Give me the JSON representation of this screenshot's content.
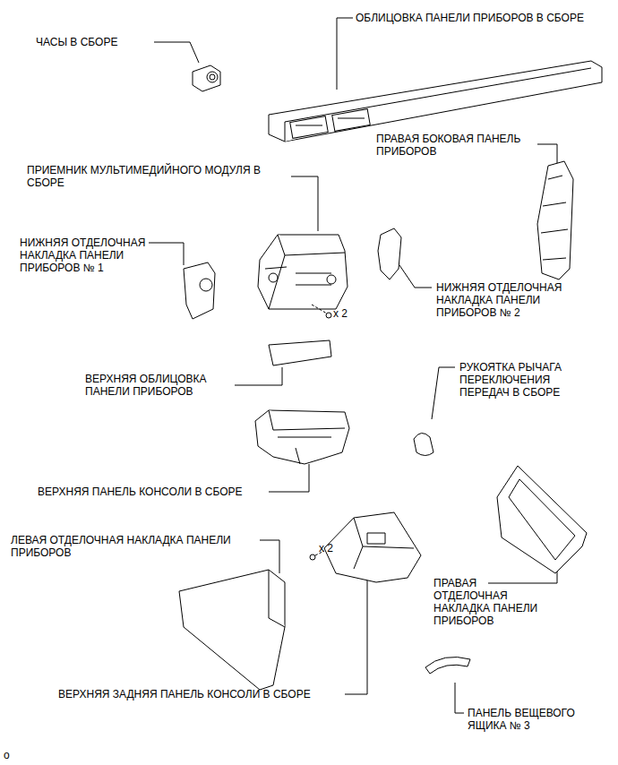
{
  "diagram": {
    "labels": [
      "ЧАСЫ В СБОРЕ",
      "ОБЛИЦОВКА ПАНЕЛИ ПРИБОРОВ В СБОРЕ",
      "ПРАВАЯ БОКОВАЯ ПАНЕЛЬ ПРИБОРОВ",
      "ПРИЕМНИК МУЛЬТИМЕДИЙНОГО МОДУЛЯ В СБОРЕ",
      "НИЖНЯЯ ОТДЕЛОЧНАЯ НАКЛАДКА ПАНЕЛИ ПРИБОРОВ № 1",
      "x 2",
      "НИЖНЯЯ ОТДЕЛОЧНАЯ НАКЛАДКА ПАНЕЛИ ПРИБОРОВ № 2",
      "ВЕРХНЯЯ ОБЛИЦОВКА ПАНЕЛИ ПРИБОРОВ",
      "РУКОЯТКА РЫЧАГА ПЕРЕКЛЮЧЕНИЯ ПЕРЕДАЧ В СБОРЕ",
      "ВЕРХНЯЯ ПАНЕЛЬ КОНСОЛИ В СБОРЕ",
      "ЛЕВАЯ ОТДЕЛОЧНАЯ НАКЛАДКА ПАНЕЛИ ПРИБОРОВ",
      "x 2",
      "ПРАВАЯ ОТДЕЛОЧНАЯ НАКЛАДКА ПАНЕЛИ ПРИБОРОВ",
      "ВЕРХНЯЯ ЗАДНЯЯ ПАНЕЛЬ КОНСОЛИ В СБОРЕ",
      "ПАНЕЛЬ ВЕЩЕВОГО ЯЩИКА № 3",
      "o"
    ]
  }
}
